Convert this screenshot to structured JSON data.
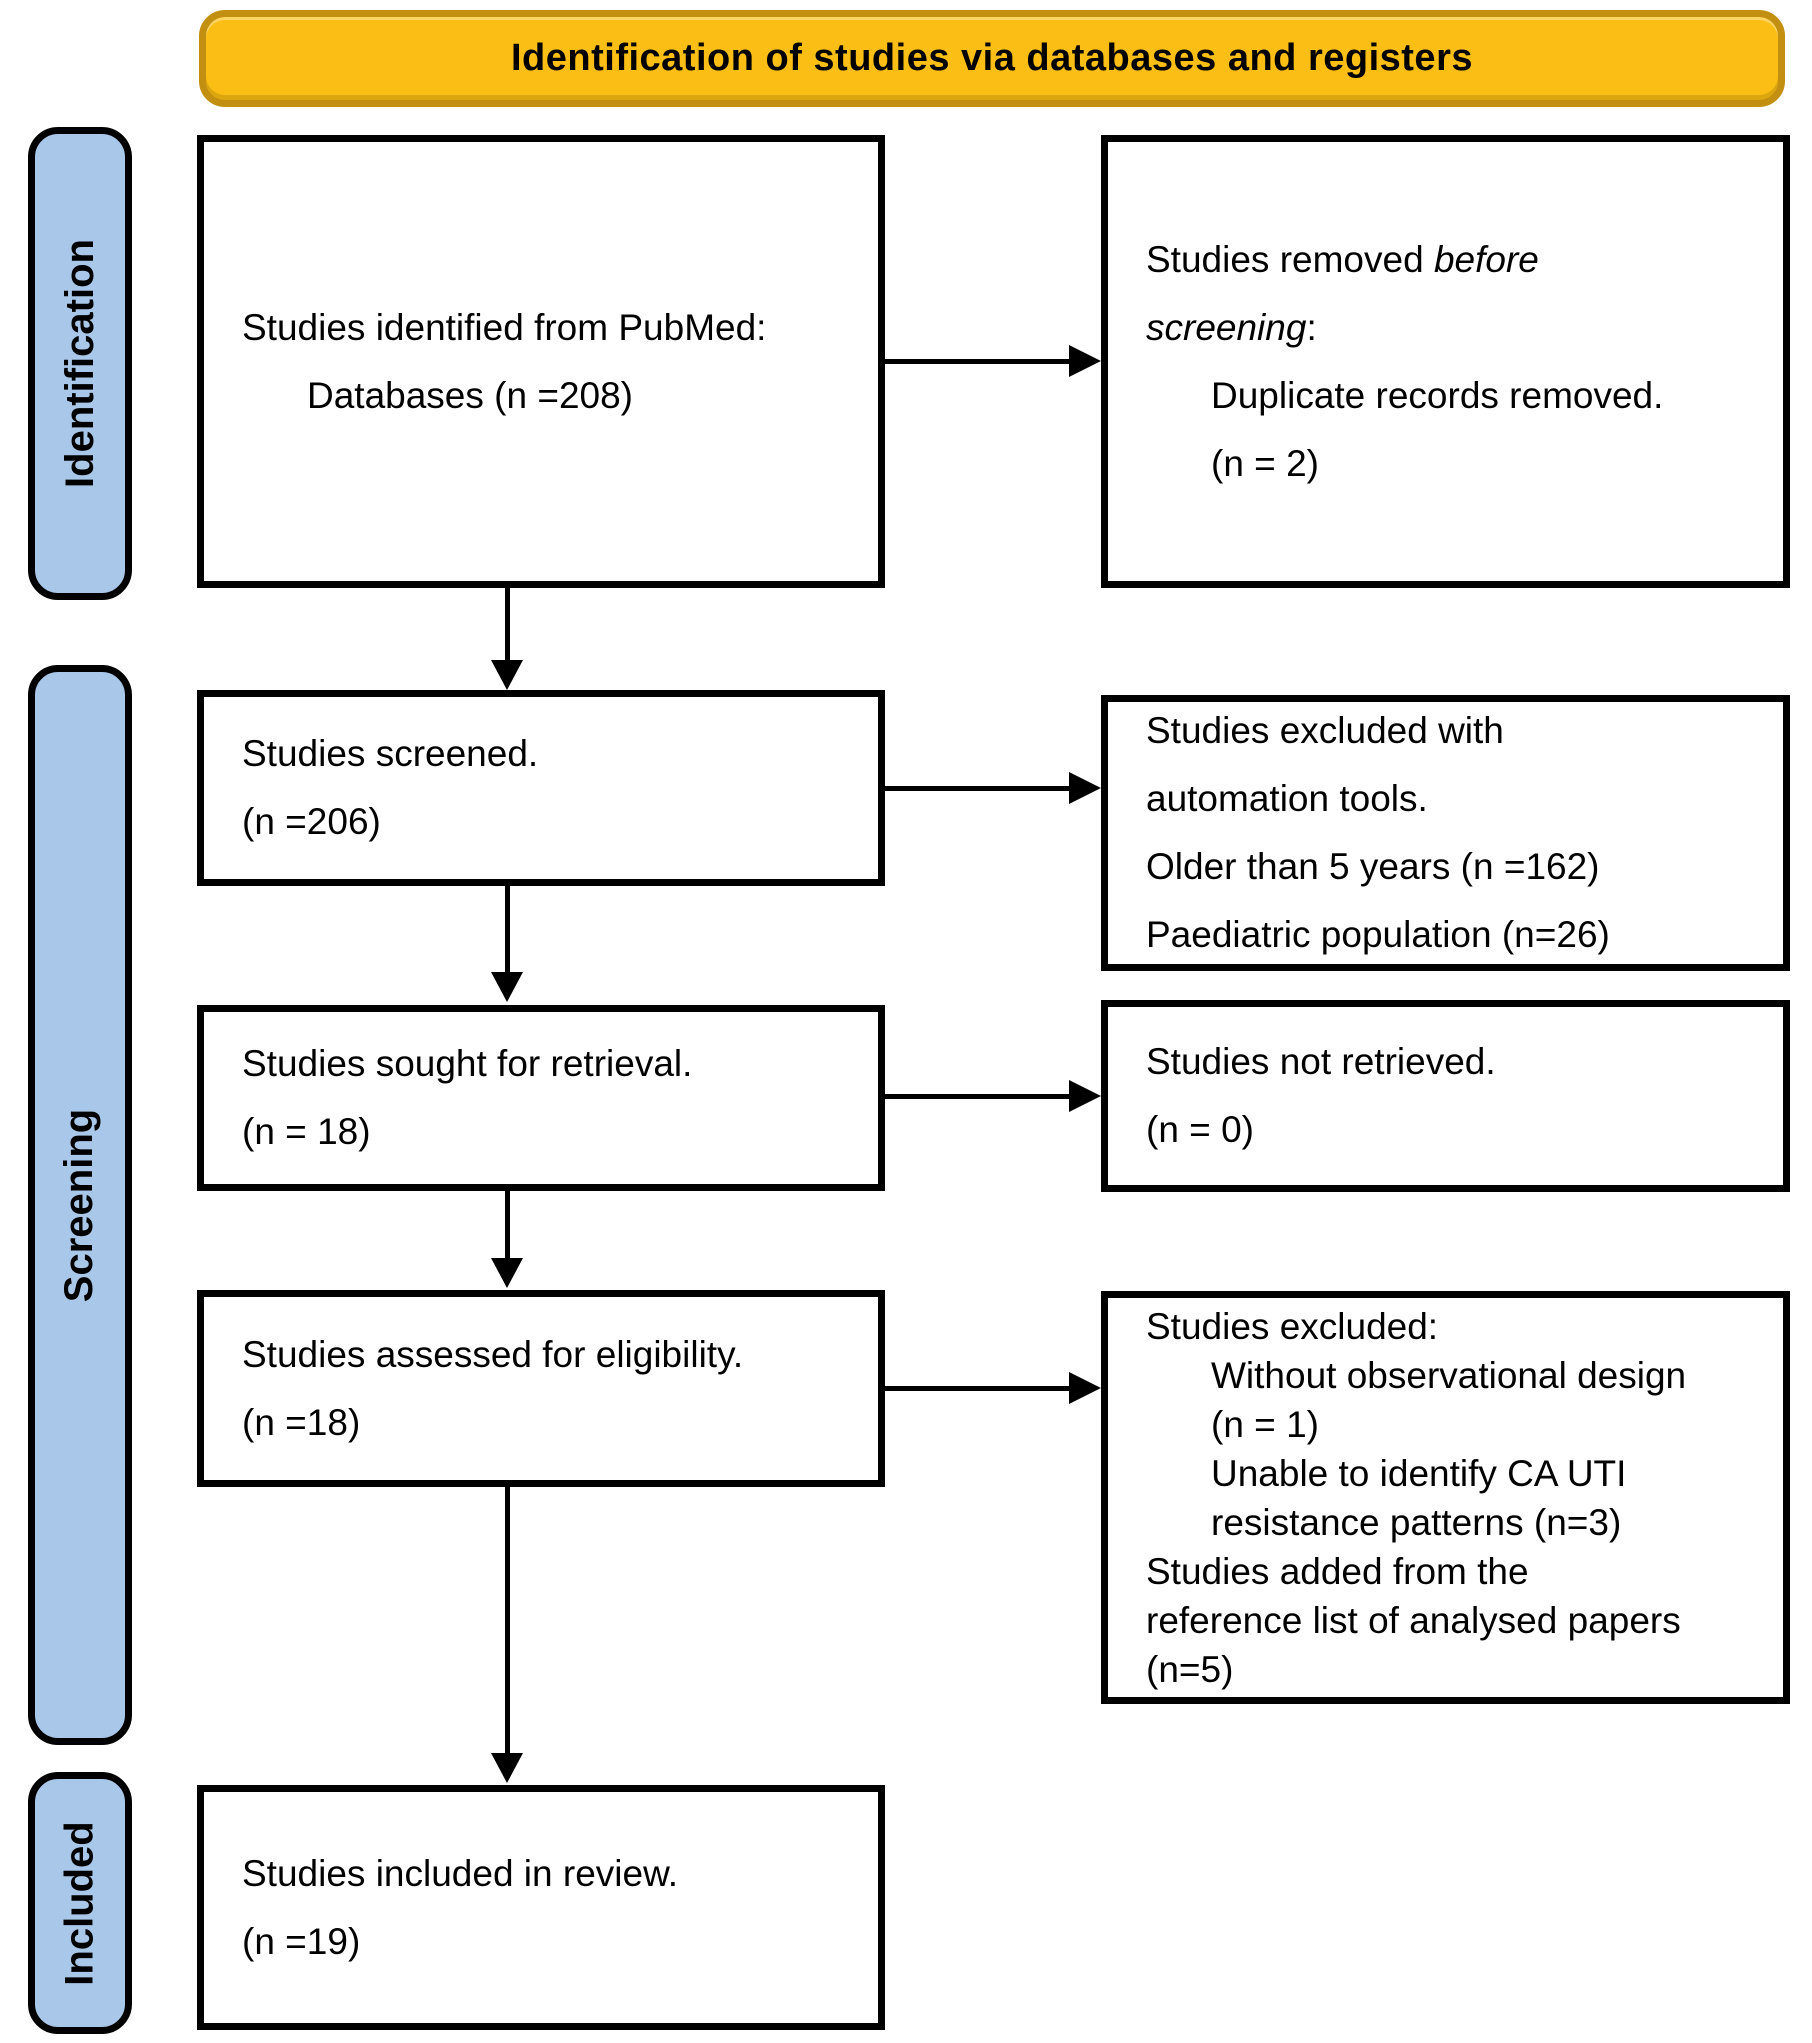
{
  "banner": {
    "title": "Identification of studies via databases and registers"
  },
  "stages": {
    "identification": "Identification",
    "screening": "Screening",
    "included": "Included"
  },
  "flow": {
    "identified": {
      "l1": "Studies identified from PubMed:",
      "l2": "Databases (n =208)"
    },
    "removed": {
      "l1a": "Studies removed ",
      "l1b": "before",
      "l2a": "screening",
      "l2b": ":",
      "l3": "Duplicate records removed.",
      "l4": "(n = 2)"
    },
    "screened": {
      "l1": "Studies screened.",
      "l2": "(n =206)"
    },
    "excluded_automation": {
      "l1": "Studies excluded with",
      "l2": "automation tools.",
      "l3": "Older than 5 years (n =162)",
      "l4": "Paediatric population (n=26)"
    },
    "sought": {
      "l1": "Studies sought for retrieval.",
      "l2": "(n = 18)"
    },
    "not_retrieved": {
      "l1": "Studies not retrieved.",
      "l2": "(n = 0)"
    },
    "assessed": {
      "l1": "Studies assessed for eligibility.",
      "l2": "(n =18)"
    },
    "excluded_eligibility": {
      "l1": "Studies excluded:",
      "l2": "Without observational design",
      "l3": "(n = 1)",
      "l4": "Unable to identify CA UTI",
      "l5": "resistance patterns (n=3)",
      "l6": "Studies added from the",
      "l7": "reference list of analysed papers",
      "l8": "(n=5)"
    },
    "included_review": {
      "l1": "Studies included in review.",
      "l2": "(n =19)"
    }
  },
  "colors": {
    "banner_fill": "#FBBE14",
    "banner_border": "#C28F10",
    "stage_fill": "#A8C7E9",
    "line": "#000000",
    "box_bg": "#FFFFFF"
  }
}
